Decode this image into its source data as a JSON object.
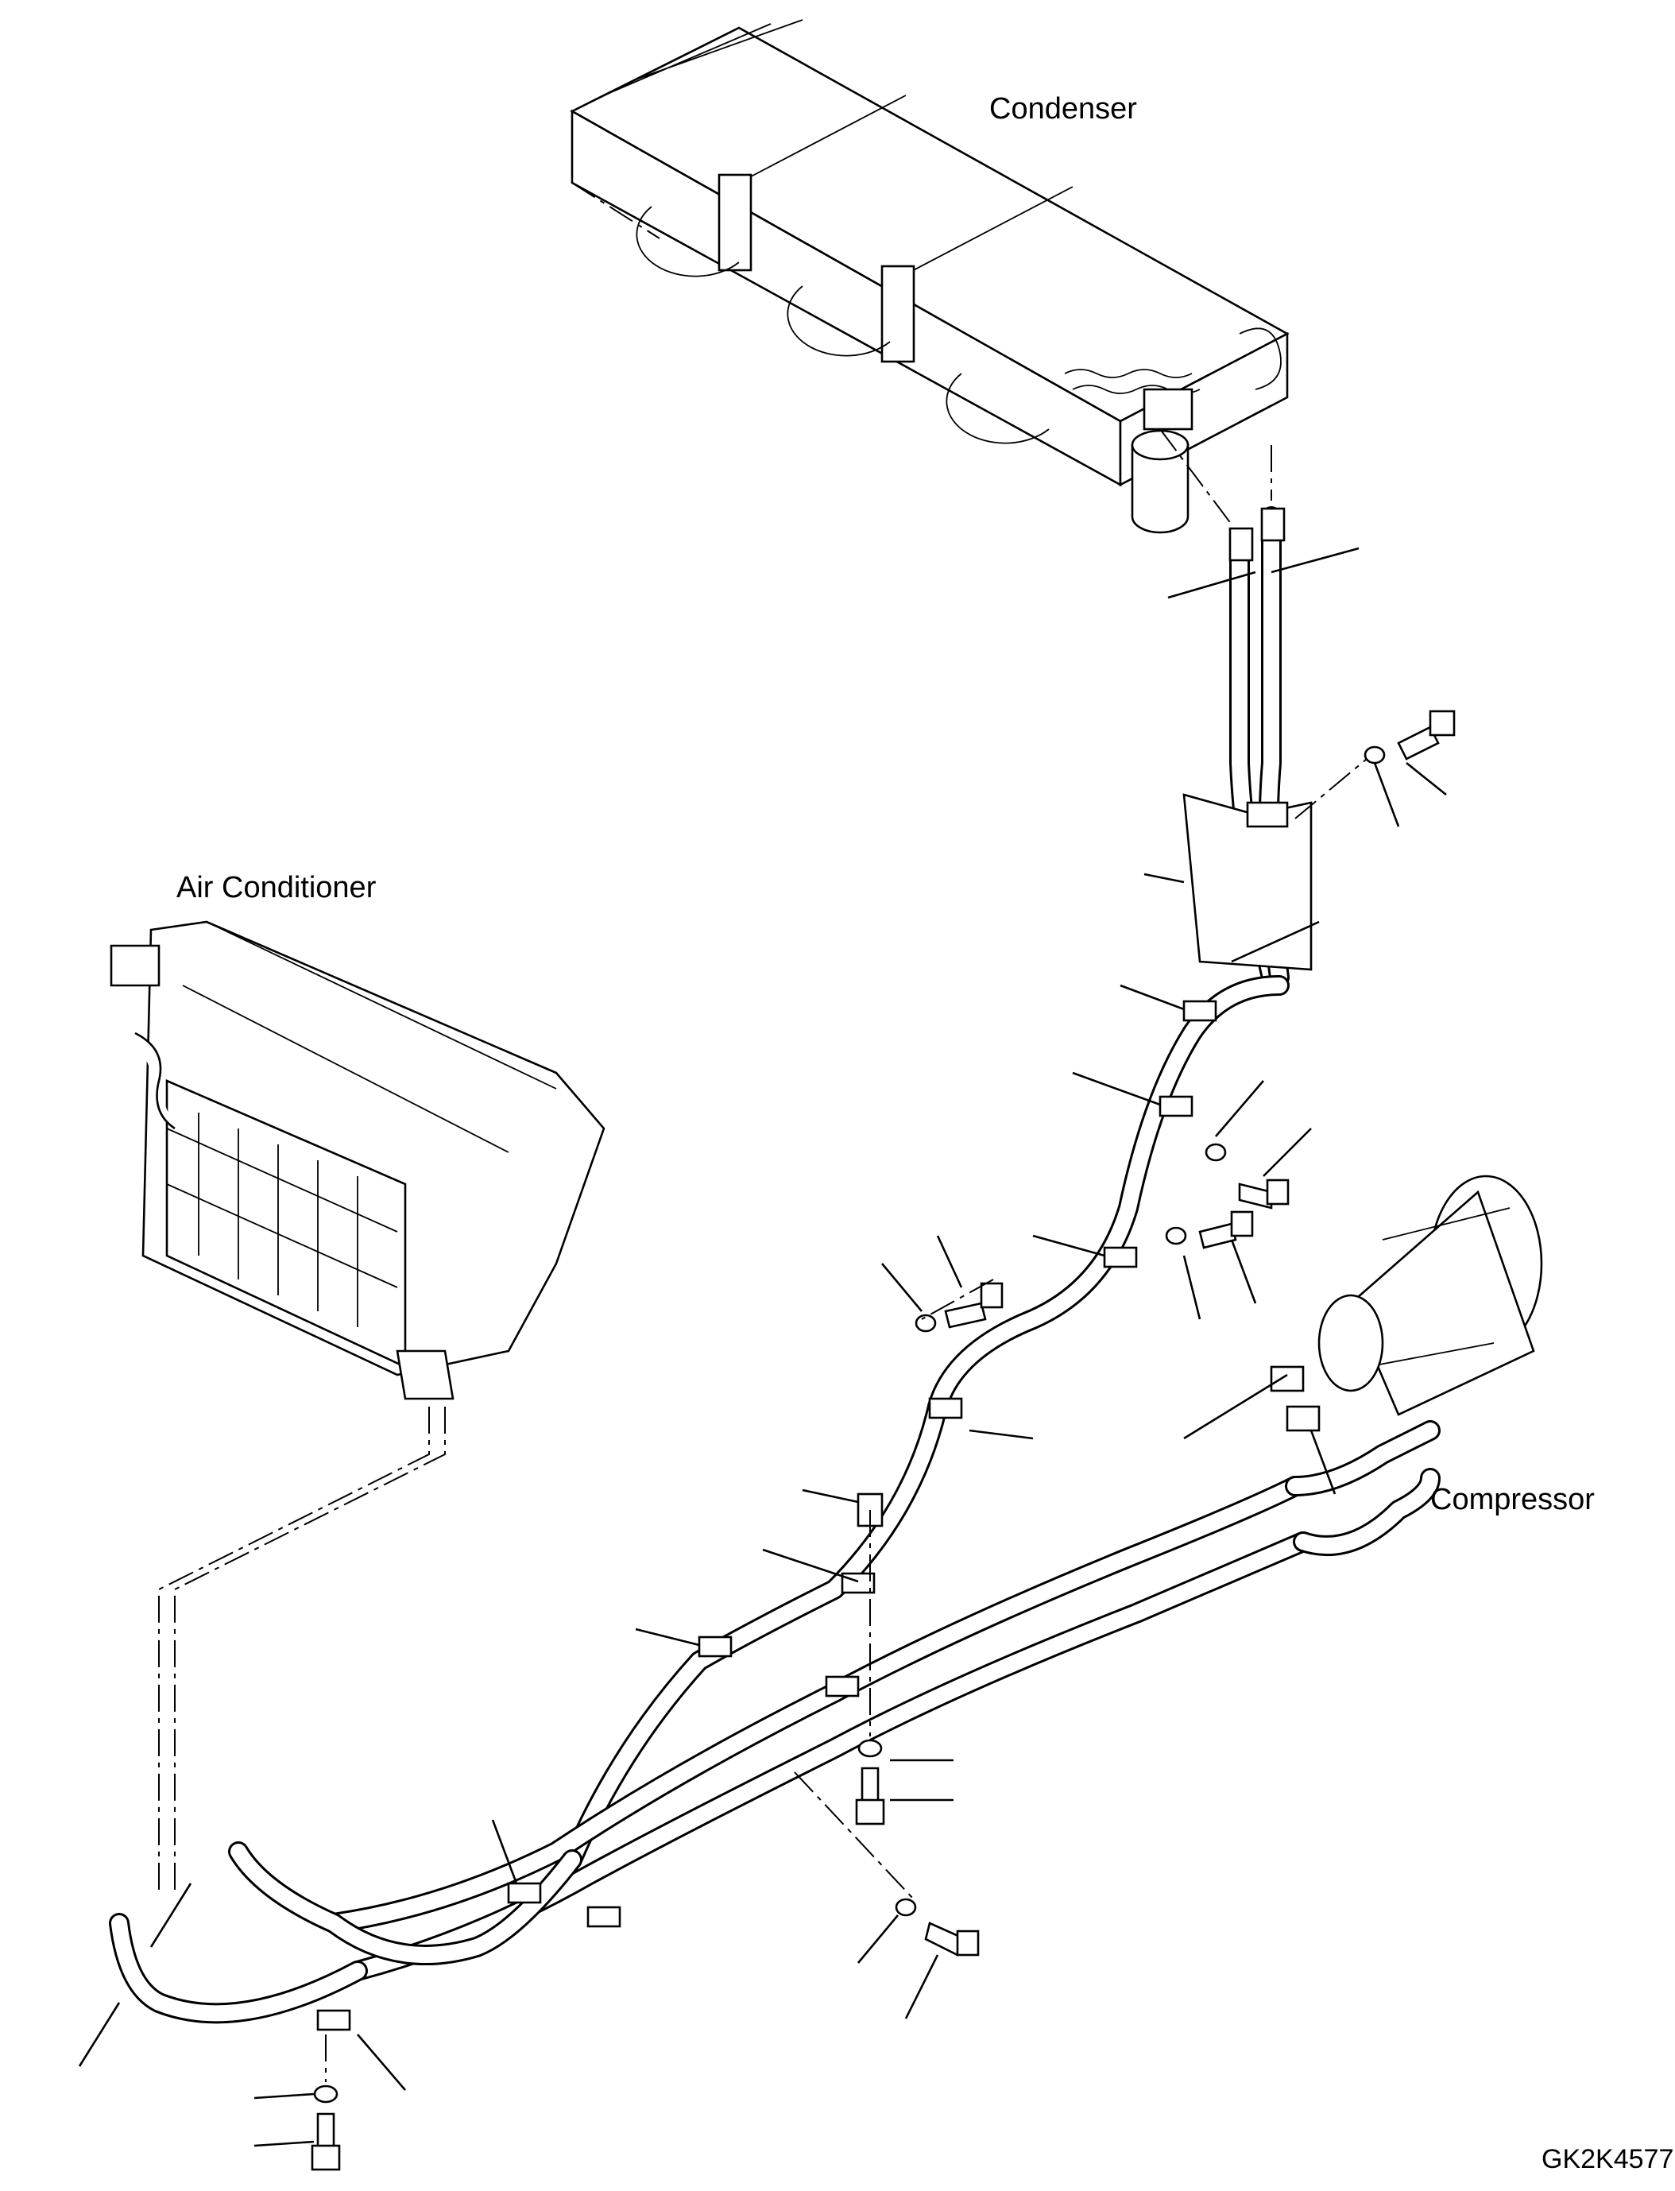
{
  "labels": {
    "condenser": "Condenser",
    "air_conditioner": "Air Conditioner",
    "compressor": "Compressor"
  },
  "drawing_number": "GK2K4577",
  "colors": {
    "line": "#000000",
    "background": "#ffffff"
  }
}
